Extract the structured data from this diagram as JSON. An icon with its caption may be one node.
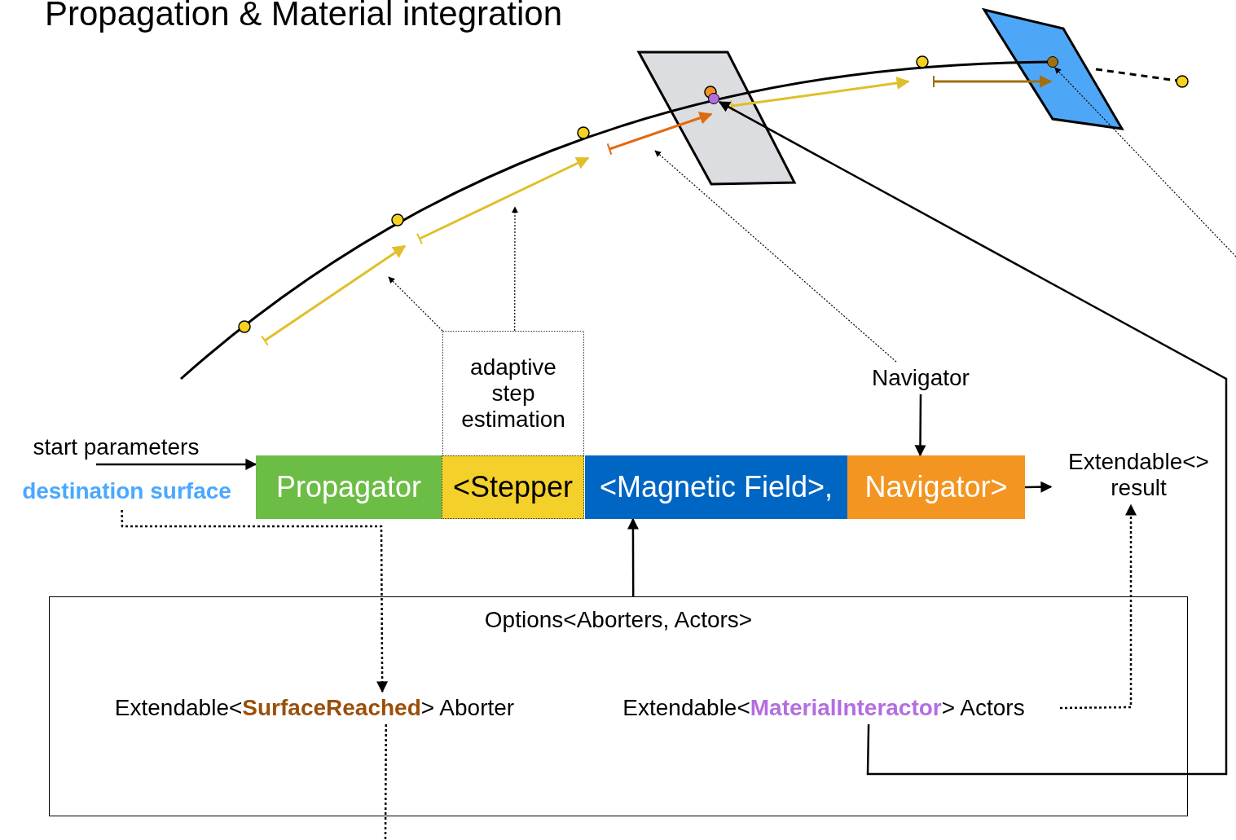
{
  "diagram": {
    "title": "Propagation & Material integration",
    "nodes": [
      {
        "text": [
          "start parameters"
        ]
      },
      {
        "text": [
          "destination surface"
        ]
      },
      {
        "text": [
          "Propagator"
        ]
      },
      {
        "text": [
          "<Stepper"
        ]
      },
      {
        "text": [
          "<Magnetic Field>,"
        ]
      },
      {
        "text": [
          "Navigator>"
        ]
      },
      {
        "text": [
          "adaptive step estimation"
        ]
      },
      {
        "text": [
          "Navigator"
        ]
      },
      {
        "text": [
          "Extendable<> result"
        ]
      },
      {
        "text": [
          "Options<Aborters, Actors>"
        ]
      },
      {
        "text": [
          "Extendable<**SurfaceReached**> Aborter"
        ],
        "in": 9
      },
      {
        "text": [
          "Extendable<**MaterialInteractor**> Actors"
        ],
        "in": 9
      },
      {
        "text": [],
        "shape": "circle"
      },
      {
        "text": [],
        "shape": "circle"
      }
    ],
    "edges": [
      {
        "from": 0,
        "to": 2,
        "arrow": "to"
      },
      {
        "from": 1,
        "to": 10,
        "arrow": "to",
        "style": "dashed"
      },
      {
        "from": 6,
        "to": null,
        "arrow": "to",
        "style": "dashed"
      },
      {
        "from": 6,
        "to": null,
        "arrow": "to",
        "style": "dashed"
      },
      {
        "from": 7,
        "to": null,
        "arrow": "to",
        "style": "dashed"
      },
      {
        "from": 7,
        "to": 5,
        "arrow": "to"
      },
      {
        "from": 5,
        "to": 8,
        "arrow": "to"
      },
      {
        "from": 9,
        "to": 4,
        "arrow": "to"
      },
      {
        "from": 11,
        "to": 8,
        "arrow": "to",
        "style": "dashed"
      },
      {
        "from": 11,
        "to": 12,
        "arrow": "to"
      },
      {
        "from": null,
        "to": 13,
        "arrow": "to",
        "style": "dashed"
      },
      {
        "from": 10,
        "to": null,
        "arrow": "none",
        "style": "dashed"
      }
    ]
  }
}
